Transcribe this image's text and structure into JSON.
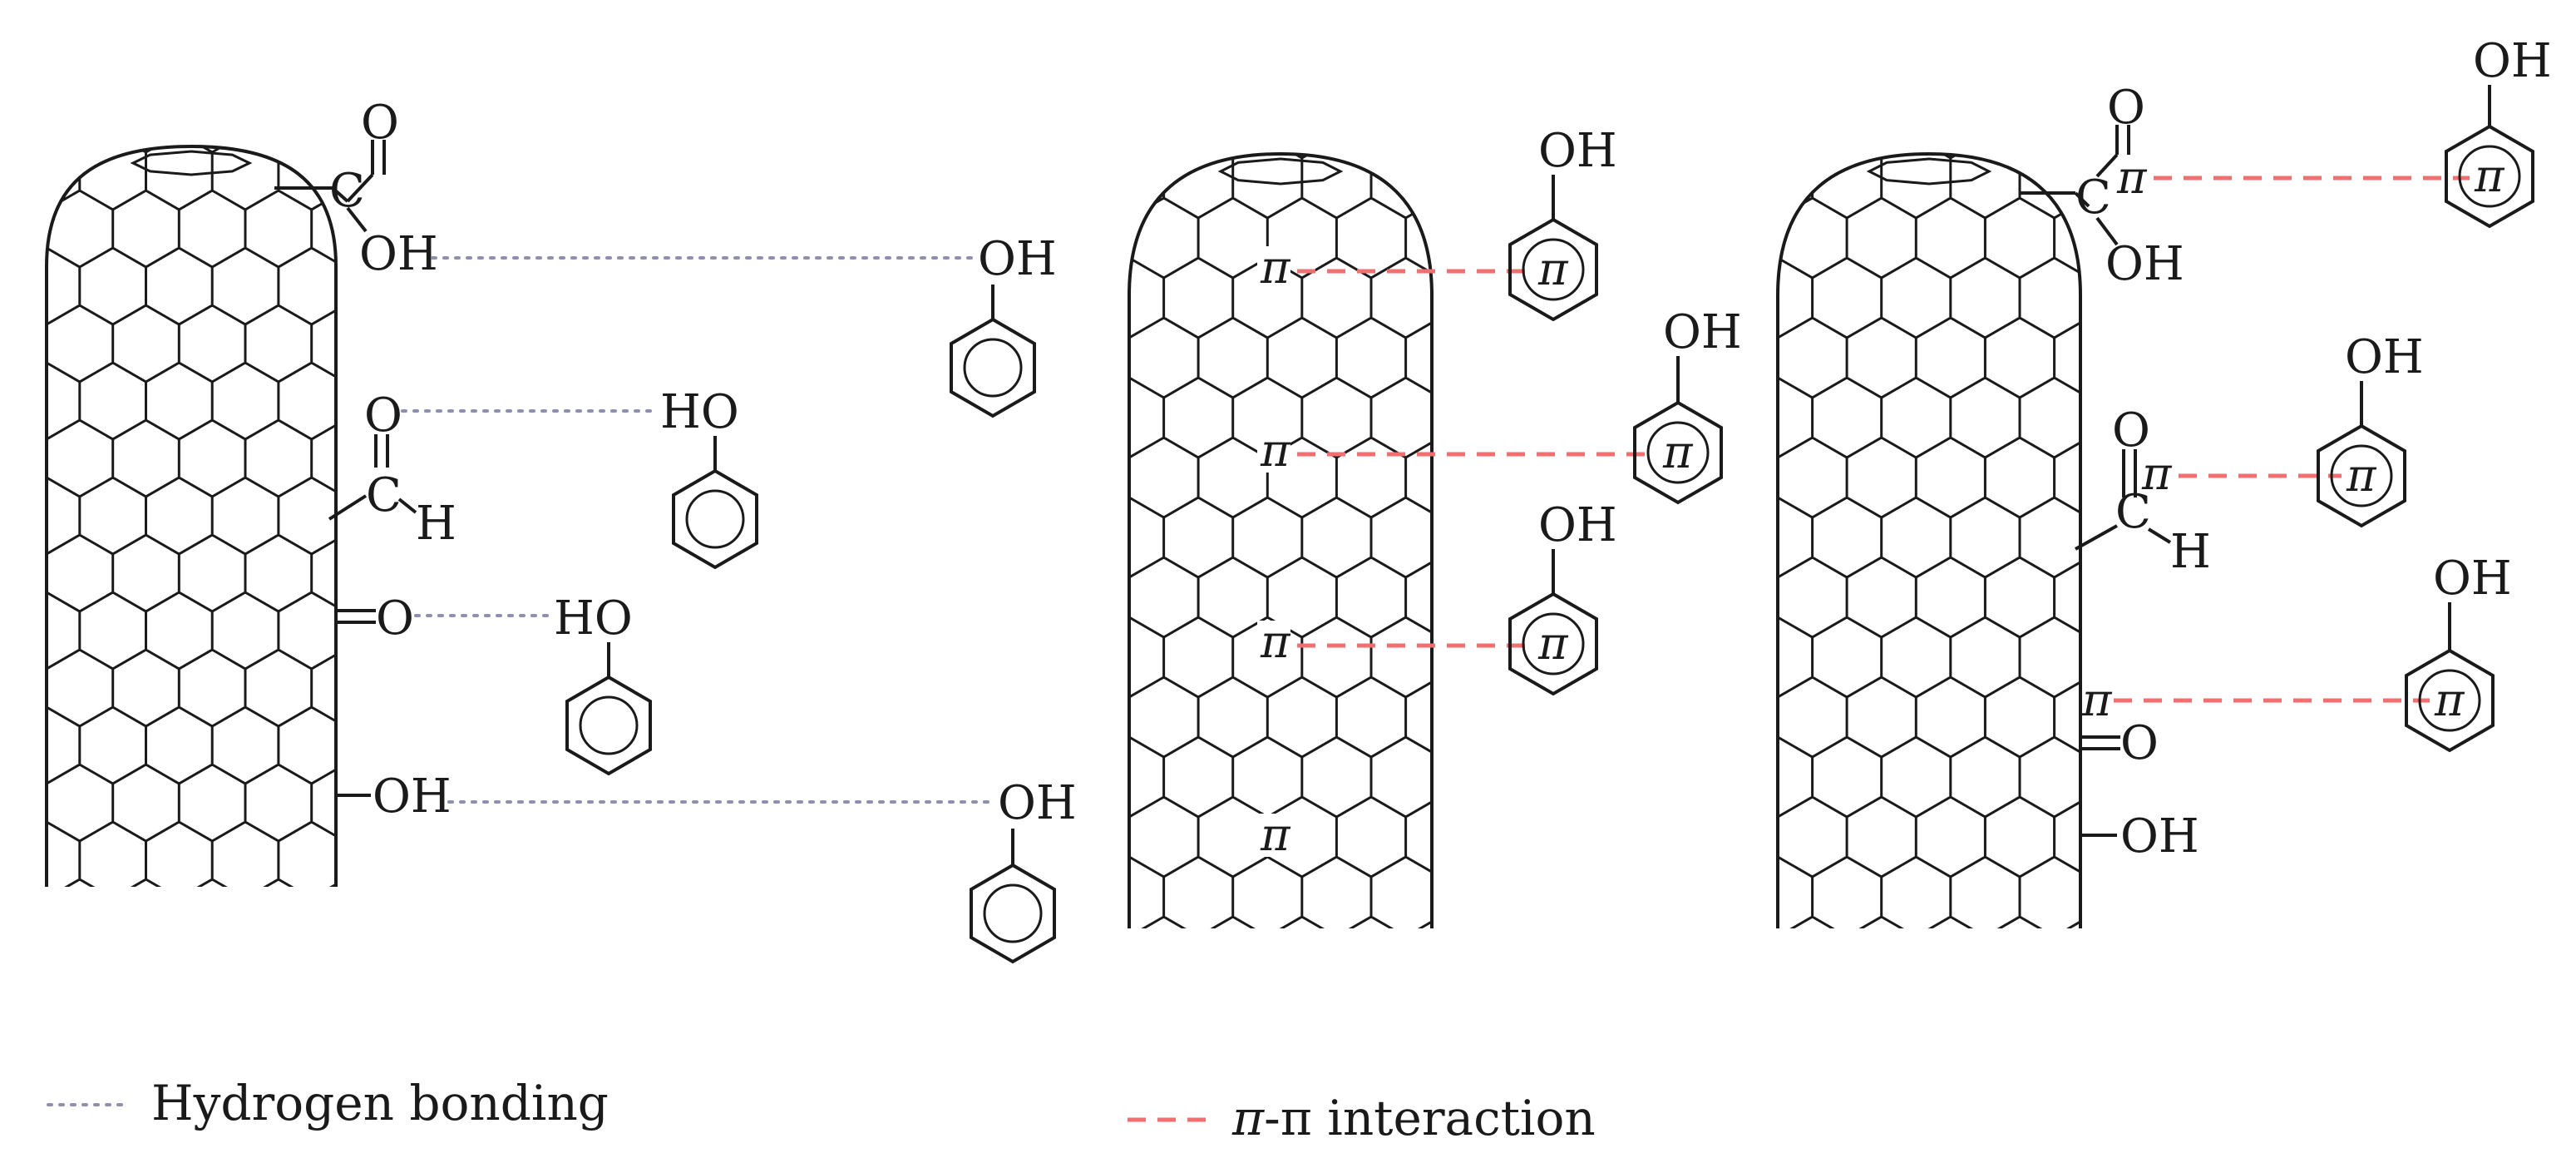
{
  "labels": {
    "oh": "OH",
    "ho": "HO",
    "o": "O",
    "c": "C",
    "h": "H",
    "pi": "π"
  },
  "legend": {
    "hydrogen": "Hydrogen bonding",
    "pi_symbol": "π",
    "pi_text": "-π interaction"
  },
  "colors": {
    "hbond": "#8f8fb0",
    "pipi": "#f26f6f",
    "ink": "#1a1a1a"
  }
}
